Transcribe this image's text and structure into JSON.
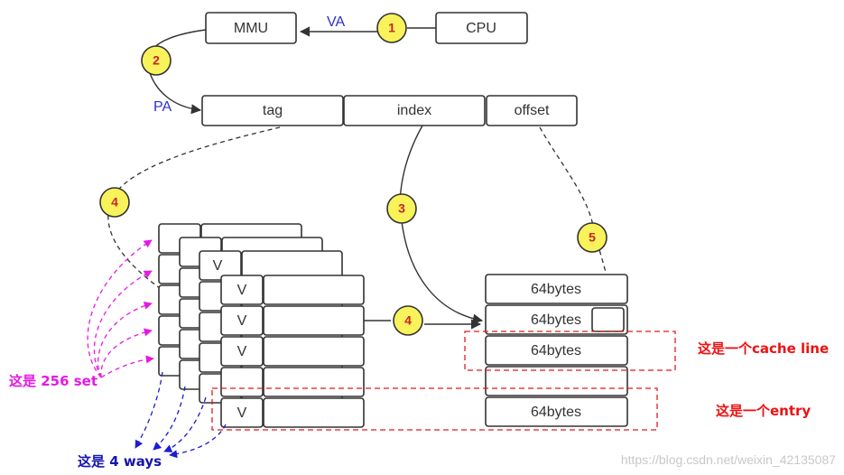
{
  "nodes": {
    "mmu": "MMU",
    "cpu": "CPU",
    "tag": "tag",
    "index": "index",
    "offset": "offset",
    "valid_bit": "V",
    "cache_line": "64bytes"
  },
  "edge_labels": {
    "va": "VA",
    "pa": "PA"
  },
  "steps": {
    "s1": "1",
    "s2": "2",
    "s3": "3",
    "s4": "4",
    "s5": "5"
  },
  "annotations": {
    "sets": "这是 256 set",
    "ways": "这是 4 ways",
    "cache_line": "这是一个cache line",
    "entry": "这是一个entry"
  },
  "watermark": "https://blog.csdn.net/weixin_42135087",
  "colors": {
    "highlight": "#f8f35a",
    "step_text": "#d0202a",
    "red_dashed": "#e11b1b",
    "magenta": "#e41ae4",
    "blue": "#1c1cd0"
  }
}
